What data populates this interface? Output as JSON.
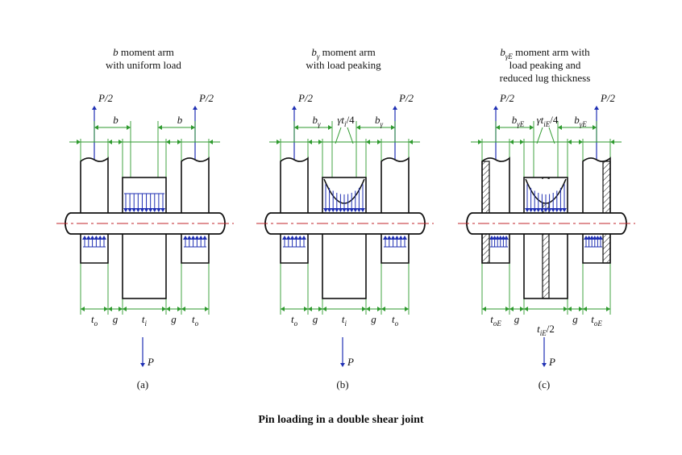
{
  "caption": "Pin loading in a double shear joint",
  "colors": {
    "dimension": "#2e9a2e",
    "load": "#1f2fb3",
    "centerline": "#c0262b",
    "outline": "#111111"
  },
  "panels": [
    {
      "id": "a",
      "title_sym": "b",
      "title_sub": "",
      "title_line1_rest": " moment arm",
      "title_line2": "with uniform load",
      "title_line3": "",
      "force_left": "P/2",
      "force_right": "P/2",
      "top_dim_left": "b",
      "top_dim_left_sub": "",
      "top_dim_right": "b",
      "top_dim_right_sub": "",
      "top_center": "",
      "top_center_sub": "",
      "top_center_tail": "",
      "bot_to_left": "t",
      "bot_to_left_sub": "o",
      "bot_g_left": "g",
      "bot_ti": "t",
      "bot_ti_sub": "i",
      "bot_ti_tail": "",
      "bot_g_right": "g",
      "bot_to_right": "t",
      "bot_to_right_sub": "o",
      "force_down": "P",
      "label": "(a)"
    },
    {
      "id": "b",
      "title_sym": "b",
      "title_sub": "γ",
      "title_line1_rest": " moment arm",
      "title_line2": "with load peaking",
      "title_line3": "",
      "force_left": "P/2",
      "force_right": "P/2",
      "top_dim_left": "b",
      "top_dim_left_sub": "γ",
      "top_dim_right": "b",
      "top_dim_right_sub": "γ",
      "top_center": "γt",
      "top_center_sub": "i",
      "top_center_tail": "/4",
      "bot_to_left": "t",
      "bot_to_left_sub": "o",
      "bot_g_left": "g",
      "bot_ti": "t",
      "bot_ti_sub": "i",
      "bot_ti_tail": "",
      "bot_g_right": "g",
      "bot_to_right": "t",
      "bot_to_right_sub": "o",
      "force_down": "P",
      "label": "(b)"
    },
    {
      "id": "c",
      "title_sym": "b",
      "title_sub": "γE",
      "title_line1_rest": " moment arm with",
      "title_line2": "load peaking and",
      "title_line3": "reduced lug thickness",
      "force_left": "P/2",
      "force_right": "P/2",
      "top_dim_left": "b",
      "top_dim_left_sub": "γE",
      "top_dim_right": "b",
      "top_dim_right_sub": "γE",
      "top_center": "γt",
      "top_center_sub": "iE",
      "top_center_tail": "/4",
      "bot_to_left": "t",
      "bot_to_left_sub": "oE",
      "bot_g_left": "g",
      "bot_ti": "t",
      "bot_ti_sub": "iE",
      "bot_ti_tail": "/2",
      "bot_g_right": "g",
      "bot_to_right": "t",
      "bot_to_right_sub": "oE",
      "force_down": "P",
      "label": "(c)"
    }
  ]
}
